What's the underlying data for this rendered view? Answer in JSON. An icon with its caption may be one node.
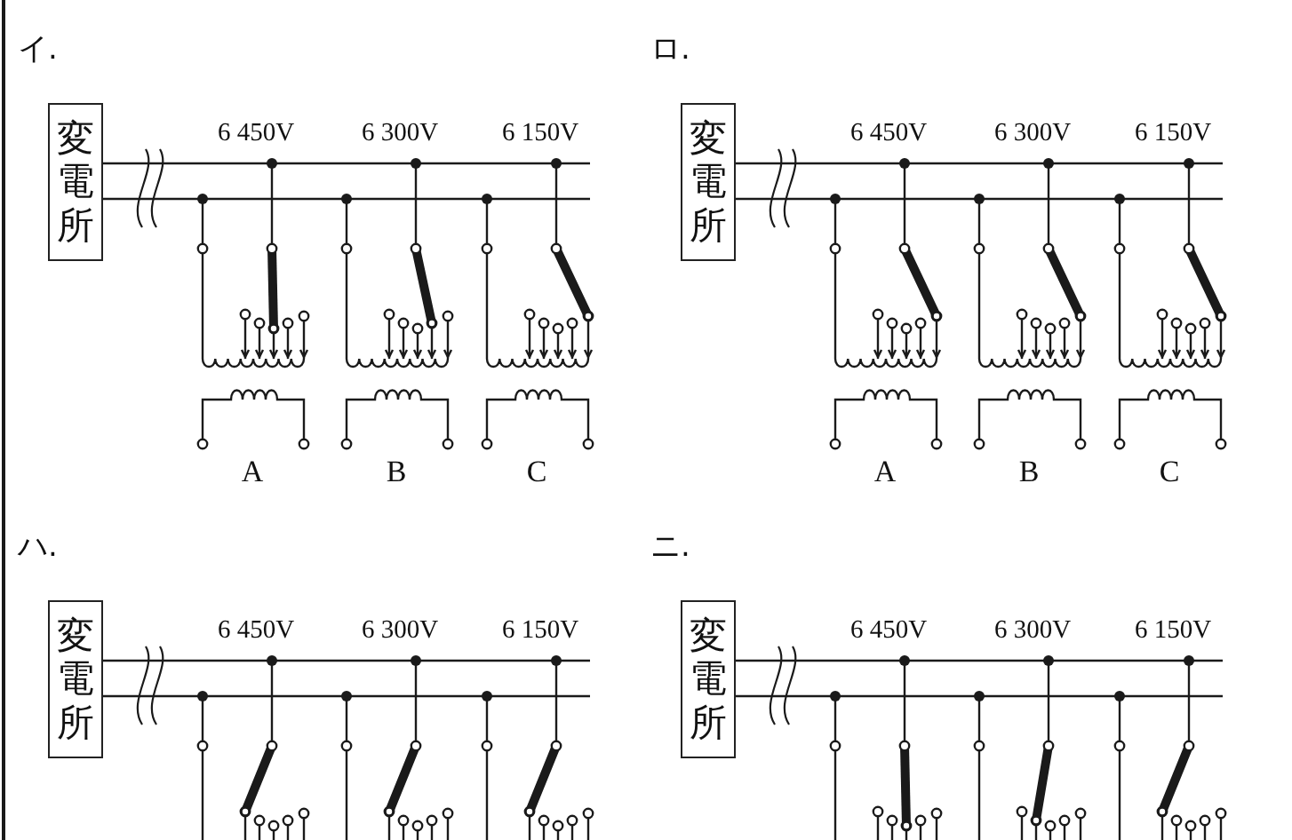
{
  "diagram": {
    "nodes": [
      {
        "text": [
          "変電所"
        ]
      },
      {
        "text": [
          "変電所"
        ]
      },
      {
        "text": [
          "変電所"
        ]
      },
      {
        "text": [
          "変電所"
        ]
      }
    ],
    "labels": [
      "イ.",
      "6 450V",
      "6 300V",
      "6 150V",
      "A",
      "B",
      "C",
      "ロ.",
      "6 450V",
      "6 300V",
      "6 150V",
      "A",
      "B",
      "C",
      "ハ.",
      "6 450V",
      "6 300V",
      "6 150V",
      "ニ.",
      "6 450V",
      "6 300V",
      "6 150V"
    ]
  }
}
